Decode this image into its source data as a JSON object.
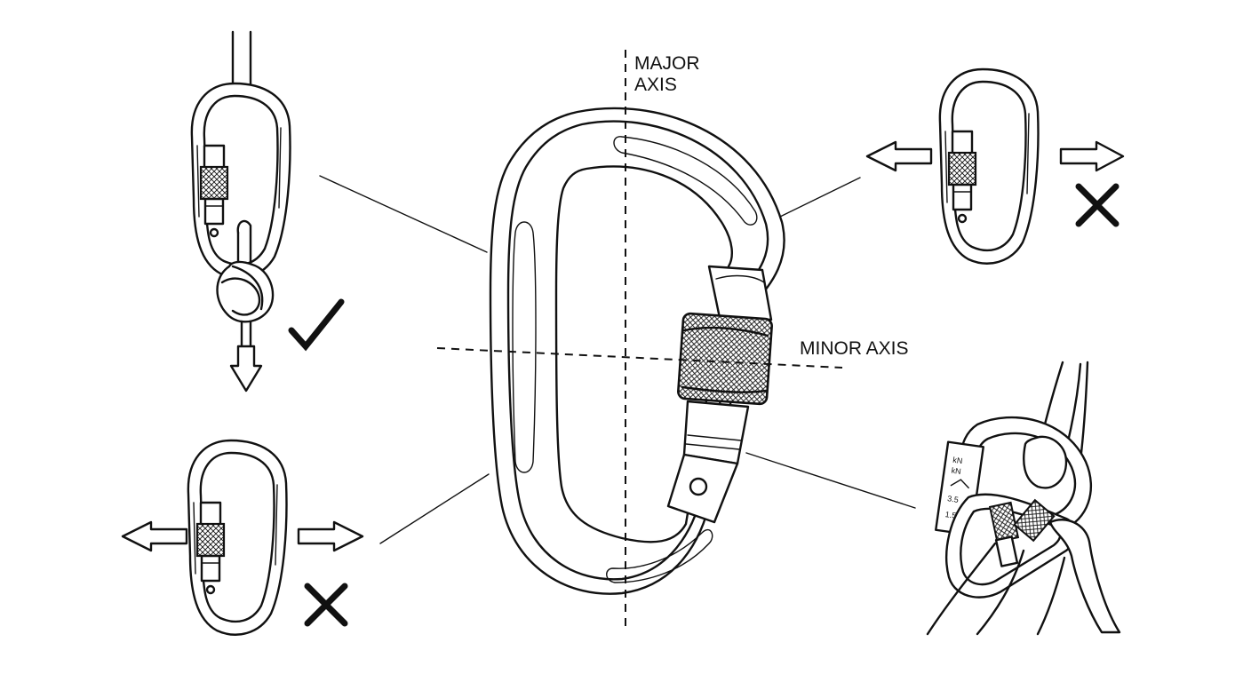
{
  "labels": {
    "major_axis_line1": "MAJOR",
    "major_axis_line2": "AXIS",
    "minor_axis": "MINOR AXIS"
  },
  "device_markings": {
    "line1": "kN",
    "line2": "kN",
    "line3": "3.5",
    "line4": "1.5"
  },
  "icons": {
    "correct": "check-mark-icon",
    "incorrect": "cross-mark-icon"
  },
  "colors": {
    "ink": "#111111",
    "background": "#ffffff"
  }
}
